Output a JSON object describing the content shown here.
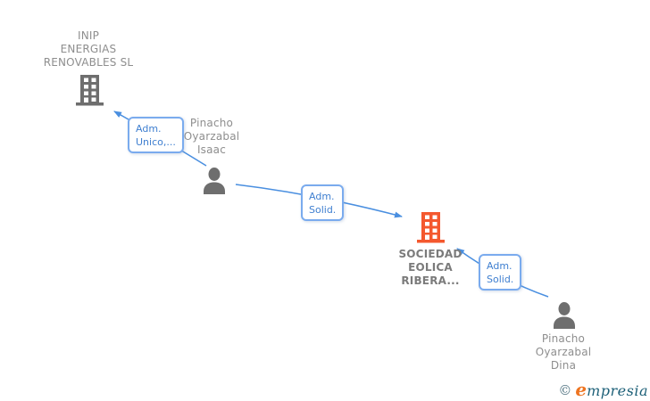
{
  "diagram": {
    "background": "#ffffff",
    "nodes": [
      {
        "id": "inip-energias-renovables-sl",
        "type": "company",
        "icon": "building-icon",
        "icon_color": "#6e6e6e",
        "lines": [
          "INIP",
          "ENERGIAS",
          "RENOVABLES SL"
        ]
      },
      {
        "id": "pinacho-oyarzabal-isaac",
        "type": "person",
        "icon": "person-icon",
        "icon_color": "#6e6e6e",
        "lines": [
          "Pinacho",
          "Oyarzabal",
          "Isaac"
        ]
      },
      {
        "id": "sociedad-eolica-ribera",
        "type": "company",
        "icon": "building-icon",
        "icon_color": "#f4582e",
        "highlighted": true,
        "lines": [
          "SOCIEDAD",
          "EOLICA",
          "RIBERA..."
        ]
      },
      {
        "id": "pinacho-oyarzabal-dina",
        "type": "person",
        "icon": "person-icon",
        "icon_color": "#6e6e6e",
        "lines": [
          "Pinacho",
          "Oyarzabal",
          "Dina"
        ]
      }
    ],
    "edges": [
      {
        "from": "pinacho-oyarzabal-isaac",
        "to": "inip-energias-renovables-sl",
        "label_lines": [
          "Adm.",
          "Unico,..."
        ]
      },
      {
        "from": "pinacho-oyarzabal-isaac",
        "to": "sociedad-eolica-ribera",
        "label_lines": [
          "Adm.",
          "Solid."
        ]
      },
      {
        "from": "pinacho-oyarzabal-dina",
        "to": "sociedad-eolica-ribera",
        "label_lines": [
          "Adm.",
          "Solid."
        ]
      }
    ],
    "colors": {
      "edge_blue": "#4a8fe0",
      "label_box_border": "#7aabee",
      "label_box_text": "#3f7fd0",
      "node_gray": "#6e6e6e",
      "node_label_gray": "#8e8e8e",
      "highlight_orange": "#f4582e",
      "highlight_label_gray": "#7b7b7b"
    }
  },
  "watermark": {
    "symbol": "©",
    "brand_initial": "e",
    "brand_rest": "mpresia"
  }
}
